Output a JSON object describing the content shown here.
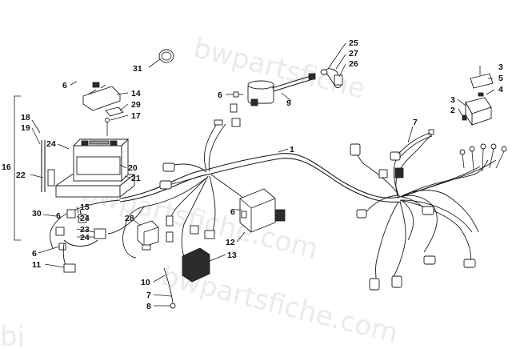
{
  "watermark": {
    "top": "bwpartsfiche",
    "middle": "bwpartsfiche.com",
    "bottom": "bwpartsfiche.com",
    "corner": "bi"
  },
  "callouts": [
    {
      "id": "c1",
      "text": "1"
    },
    {
      "id": "c2",
      "text": "2"
    },
    {
      "id": "c3a",
      "text": "3"
    },
    {
      "id": "c3b",
      "text": "3"
    },
    {
      "id": "c4",
      "text": "4"
    },
    {
      "id": "c5",
      "text": "5"
    },
    {
      "id": "c6a",
      "text": "6"
    },
    {
      "id": "c6b",
      "text": "6"
    },
    {
      "id": "c6c",
      "text": "6"
    },
    {
      "id": "c6d",
      "text": "6"
    },
    {
      "id": "c6e",
      "text": "6"
    },
    {
      "id": "c7a",
      "text": "7"
    },
    {
      "id": "c7b",
      "text": "7"
    },
    {
      "id": "c8",
      "text": "8"
    },
    {
      "id": "c9",
      "text": "9"
    },
    {
      "id": "c10",
      "text": "10"
    },
    {
      "id": "c11",
      "text": "11"
    },
    {
      "id": "c12",
      "text": "12"
    },
    {
      "id": "c13",
      "text": "13"
    },
    {
      "id": "c14",
      "text": "14"
    },
    {
      "id": "c15",
      "text": "15"
    },
    {
      "id": "c16",
      "text": "16"
    },
    {
      "id": "c17",
      "text": "17"
    },
    {
      "id": "c18",
      "text": "18"
    },
    {
      "id": "c19",
      "text": "19"
    },
    {
      "id": "c20",
      "text": "20"
    },
    {
      "id": "c21",
      "text": "21"
    },
    {
      "id": "c22",
      "text": "22"
    },
    {
      "id": "c23",
      "text": "23"
    },
    {
      "id": "c24a",
      "text": "24"
    },
    {
      "id": "c24b",
      "text": "24"
    },
    {
      "id": "c24c",
      "text": "24"
    },
    {
      "id": "c25",
      "text": "25"
    },
    {
      "id": "c26",
      "text": "26"
    },
    {
      "id": "c27",
      "text": "27"
    },
    {
      "id": "c28",
      "text": "28"
    },
    {
      "id": "c29",
      "text": "29"
    },
    {
      "id": "c30",
      "text": "30"
    },
    {
      "id": "c31",
      "text": "31"
    }
  ]
}
